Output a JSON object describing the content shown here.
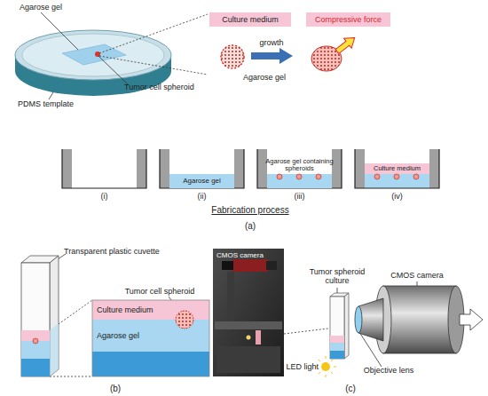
{
  "diagram": {
    "nodes": [
      {
        "text": [
          "Culture medium"
        ]
      },
      {
        "text": [
          "Compressive force"
        ]
      },
      {
        "text": [
          "Agarose gel"
        ]
      },
      {
        "text": [
          "Agarose gel containing spheroids"
        ]
      },
      {
        "text": [
          "Culture medium"
        ]
      },
      {
        "text": [
          "Culture medium"
        ]
      },
      {
        "text": [
          "Agarose gel"
        ]
      }
    ],
    "labels": [
      "Agarose gel",
      "Tumor cell spheroid",
      "PDMS template",
      "growth",
      "Agarose gel",
      "(i)",
      "(ii)",
      "(iii)",
      "(iv)",
      "Fabrication process",
      "(a)",
      "Transparent plastic cuvette",
      "Tumor cell spheroid",
      "(b)",
      "CMOS camera",
      "Tumor spheroid culture",
      "CMOS camera",
      "LED light",
      "Objective lens",
      "(c)"
    ]
  }
}
